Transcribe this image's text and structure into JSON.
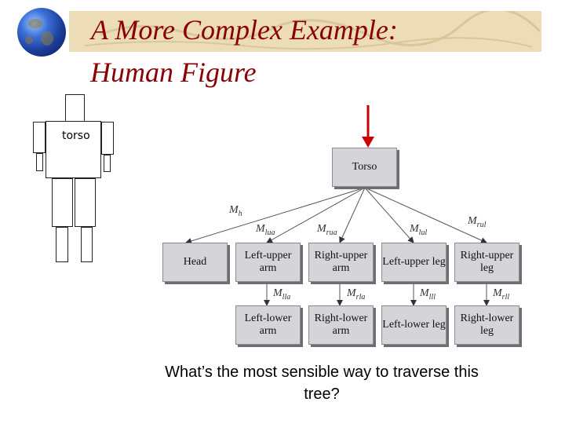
{
  "title": {
    "line1": "A More Complex Example:",
    "line2": "Human Figure"
  },
  "figure": {
    "label": "torso"
  },
  "tree": {
    "root": "Torso",
    "level1": [
      "Head",
      "Left-upper arm",
      "Right-upper arm",
      "Left-upper leg",
      "Right-upper leg"
    ],
    "level2": [
      "Left-lower arm",
      "Right-lower arm",
      "Left-lower leg",
      "Right-lower leg"
    ],
    "edge_labels": {
      "m_h": {
        "base": "M",
        "sub": "h"
      },
      "m_lua": {
        "base": "M",
        "sub": "lua"
      },
      "m_rua": {
        "base": "M",
        "sub": "rua"
      },
      "m_lul": {
        "base": "M",
        "sub": "lul"
      },
      "m_rul": {
        "base": "M",
        "sub": "rul"
      },
      "m_lla": {
        "base": "M",
        "sub": "lla"
      },
      "m_rla": {
        "base": "M",
        "sub": "rla"
      },
      "m_lll": {
        "base": "M",
        "sub": "lll"
      },
      "m_rll": {
        "base": "M",
        "sub": "rll"
      }
    }
  },
  "colors": {
    "title": "#8b0000",
    "arrow": "#cc0000",
    "node_fill": "#d4d4d9",
    "banner": "#ecdcb8"
  },
  "question": "What’s the most sensible way to traverse this tree?"
}
